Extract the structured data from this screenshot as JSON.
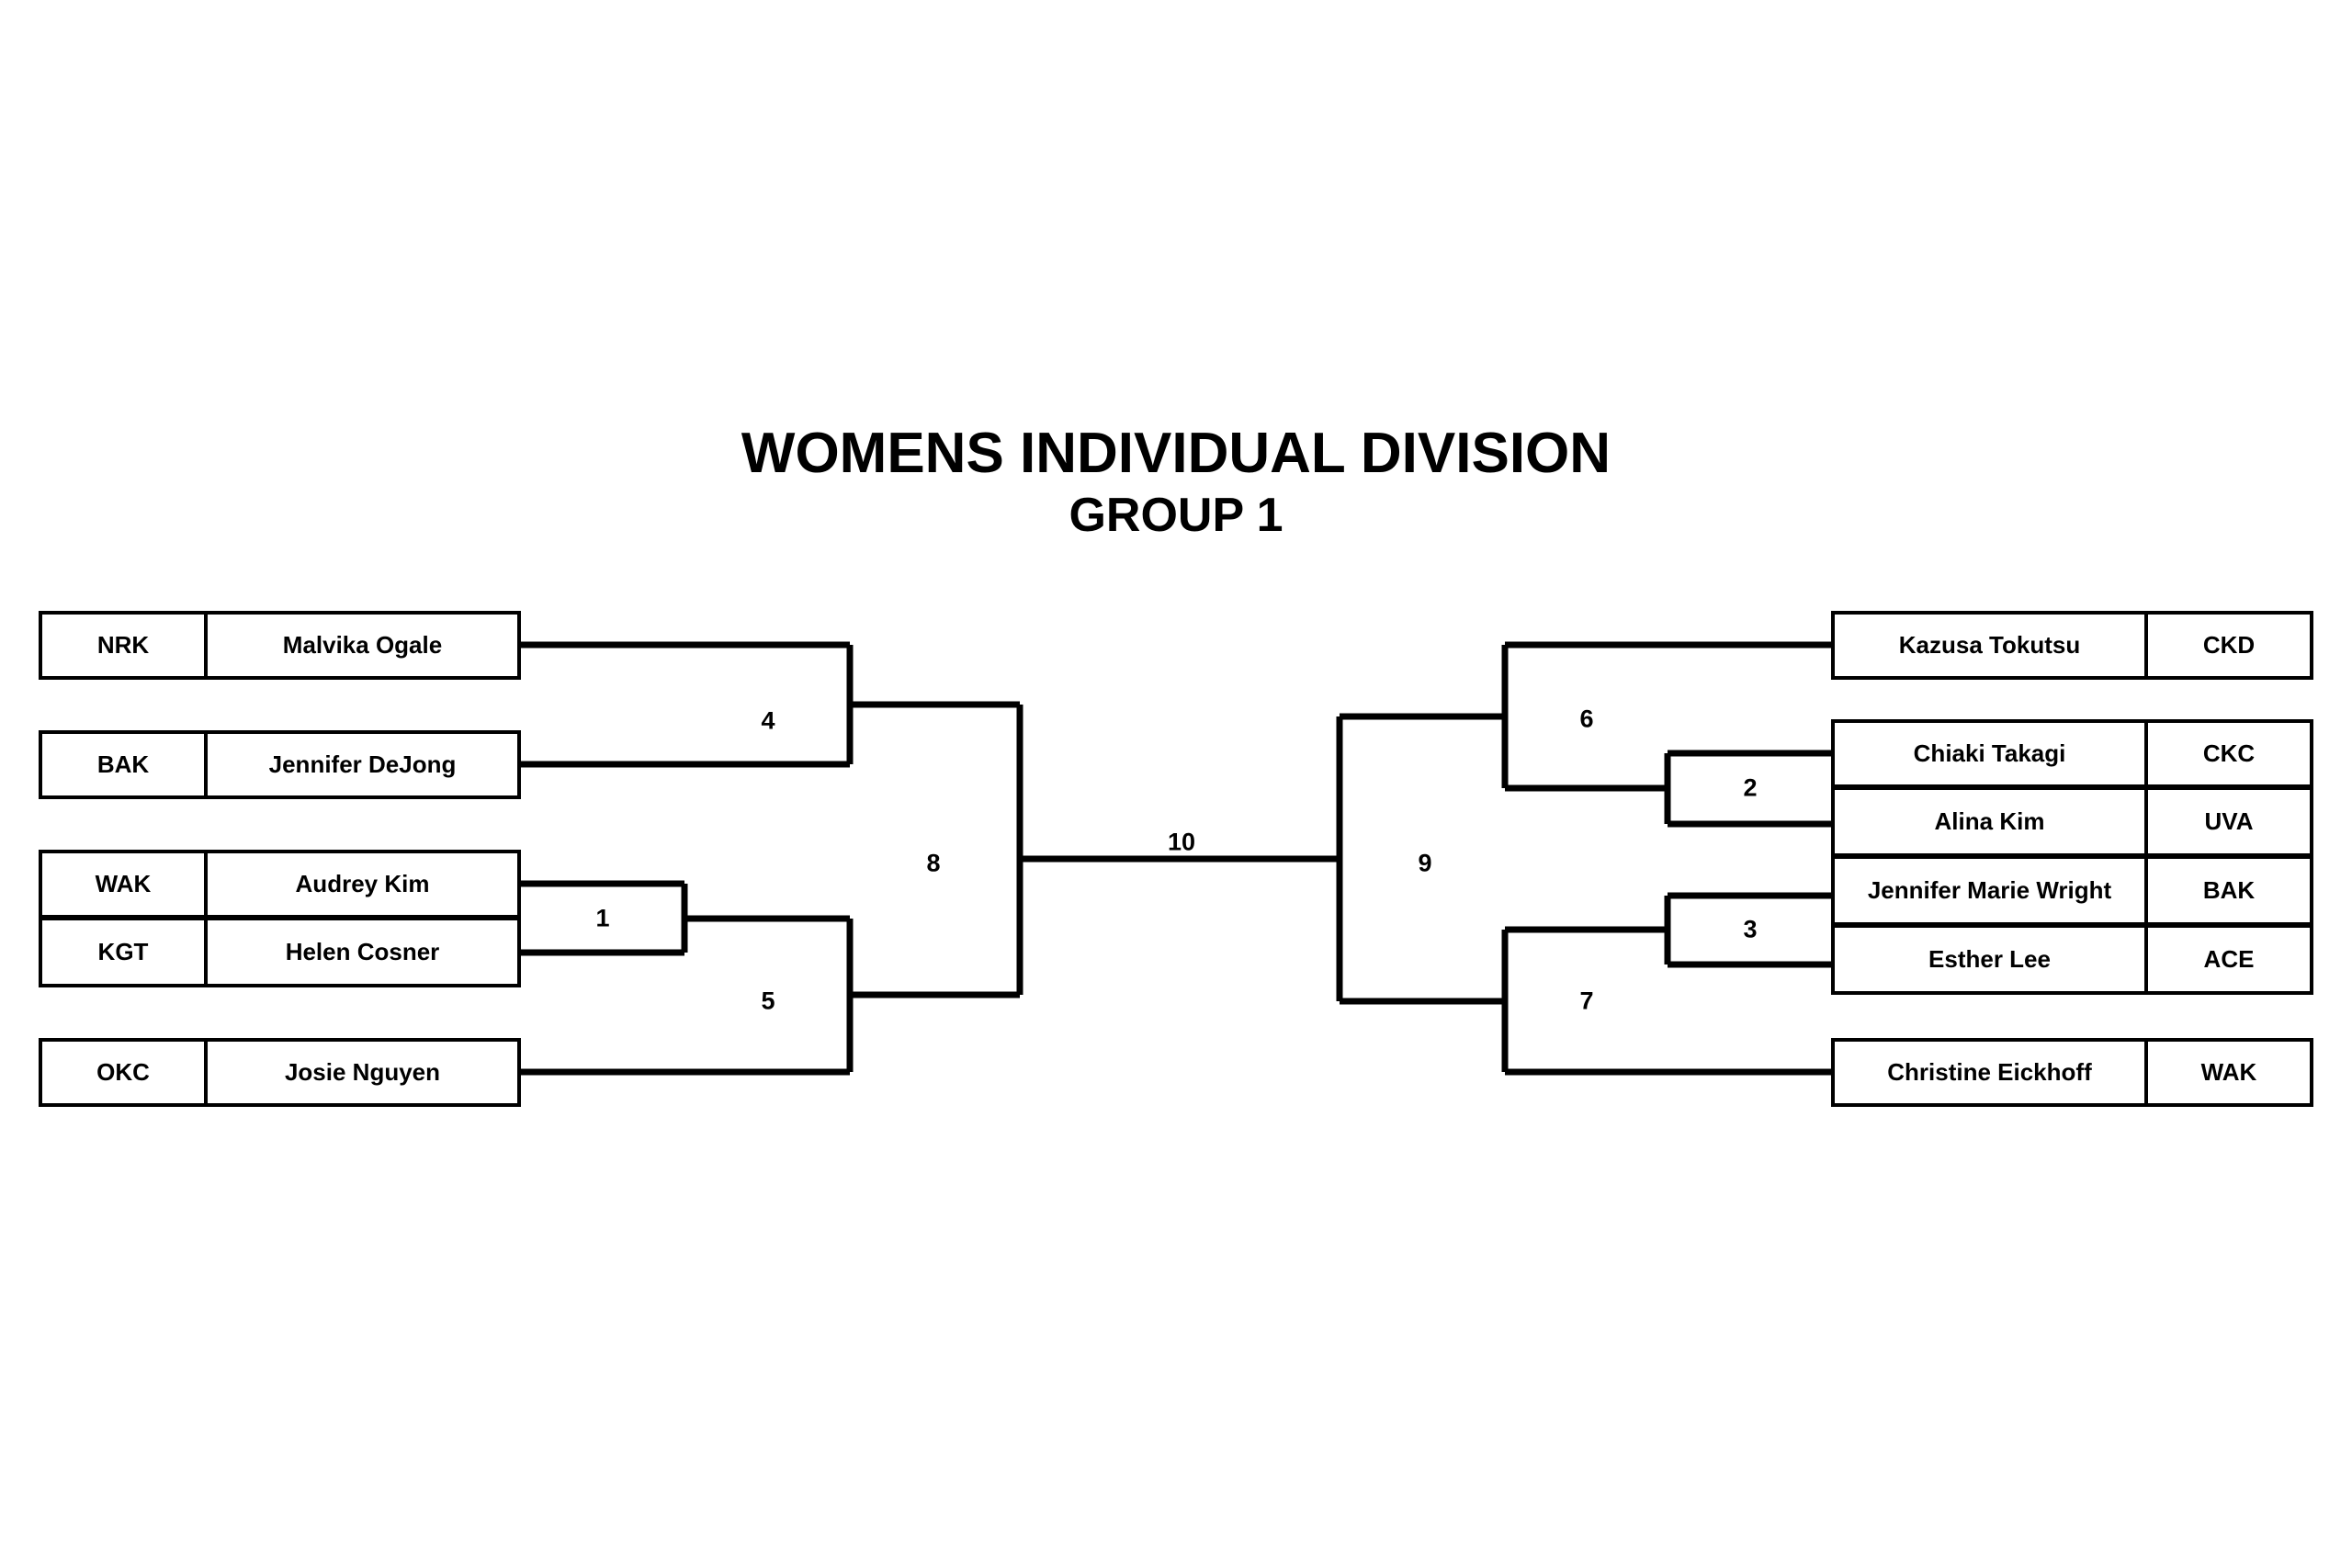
{
  "title": {
    "main": "WOMENS INDIVIDUAL DIVISION",
    "sub": "GROUP 1"
  },
  "colors": {
    "line": "#000000",
    "background": "#ffffff",
    "text": "#000000"
  },
  "bracket": {
    "type": "single-elimination",
    "left_side": {
      "slots": [
        {
          "code": "NRK",
          "name": "Malvika Ogale"
        },
        {
          "code": "BAK",
          "name": "Jennifer DeJong"
        },
        {
          "code": "WAK",
          "name": "Audrey Kim"
        },
        {
          "code": "KGT",
          "name": "Helen Cosner"
        },
        {
          "code": "OKC",
          "name": "Josie Nguyen"
        }
      ]
    },
    "right_side": {
      "slots": [
        {
          "name": "Kazusa Tokutsu",
          "code": "CKD"
        },
        {
          "name": "Chiaki Takagi",
          "code": "CKC"
        },
        {
          "name": "Alina Kim",
          "code": "UVA"
        },
        {
          "name": "Jennifer Marie Wright",
          "code": "BAK"
        },
        {
          "name": "Esther Lee",
          "code": "ACE"
        },
        {
          "name": "Christine Eickhoff",
          "code": "WAK"
        }
      ]
    },
    "matches": [
      {
        "id": "1",
        "label": "1",
        "side": "left",
        "round": "first"
      },
      {
        "id": "2",
        "label": "2",
        "side": "right",
        "round": "first"
      },
      {
        "id": "3",
        "label": "3",
        "side": "right",
        "round": "first"
      },
      {
        "id": "4",
        "label": "4",
        "side": "left",
        "round": "second"
      },
      {
        "id": "5",
        "label": "5",
        "side": "left",
        "round": "second"
      },
      {
        "id": "6",
        "label": "6",
        "side": "right",
        "round": "second"
      },
      {
        "id": "7",
        "label": "7",
        "side": "right",
        "round": "second"
      },
      {
        "id": "8",
        "label": "8",
        "side": "left",
        "round": "semifinal"
      },
      {
        "id": "9",
        "label": "9",
        "side": "right",
        "round": "semifinal"
      },
      {
        "id": "10",
        "label": "10",
        "side": "center",
        "round": "final"
      }
    ]
  }
}
